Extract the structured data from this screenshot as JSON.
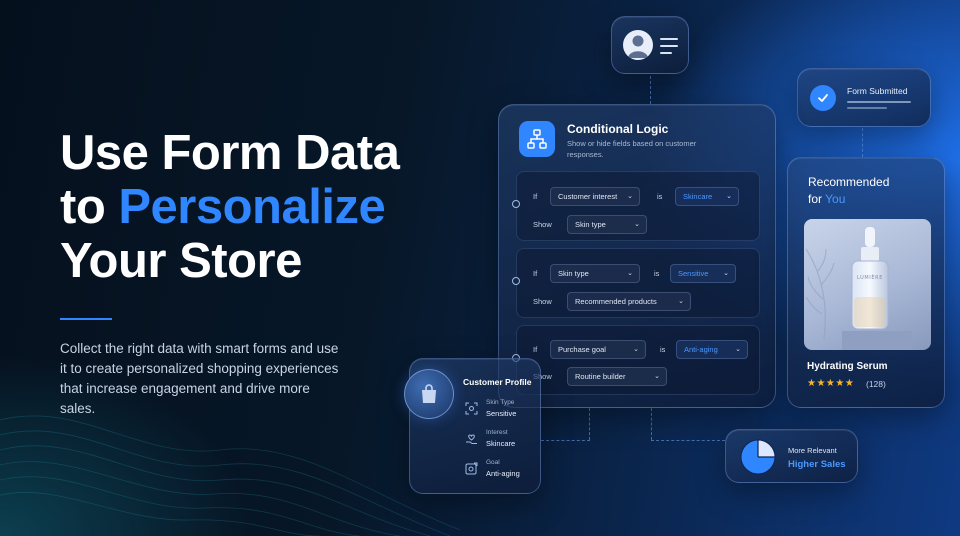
{
  "hero": {
    "line1": "Use Form Data",
    "line2_prefix": "to ",
    "line2_accent": "Personalize",
    "line3": "Your Store",
    "description": "Collect the right data with smart forms and use it to create personalized shopping experiences that increase engagement and drive more sales."
  },
  "form_submitted": {
    "label": "Form Submitted",
    "icon": "check-icon"
  },
  "logic": {
    "title": "Conditional Logic",
    "subtitle": "Show or hide fields based on customer responses.",
    "icon": "flow-diagram-icon",
    "rules": [
      {
        "if_label": "If",
        "field": "Customer interest",
        "is_label": "is",
        "value": "Skincare",
        "show_label": "Show",
        "show": "Skin type"
      },
      {
        "if_label": "If",
        "field": "Skin type",
        "is_label": "is",
        "value": "Sensitive",
        "show_label": "Show",
        "show": "Recommended products"
      },
      {
        "if_label": "If",
        "field": "Purchase goal",
        "is_label": "is",
        "value": "Anti-aging",
        "show_label": "Show",
        "show": "Routine builder"
      }
    ]
  },
  "profile": {
    "title": "Customer Profile",
    "rows": [
      {
        "key": "Skin Type",
        "value": "Sensitive",
        "icon": "scan-icon"
      },
      {
        "key": "Interest",
        "value": "Skincare",
        "icon": "heart-hand-icon"
      },
      {
        "key": "Goal",
        "value": "Anti-aging",
        "icon": "target-icon"
      }
    ]
  },
  "relevant": {
    "line1": "More Relevant",
    "line2": "Higher Sales",
    "icon": "pie-chart-icon"
  },
  "recommended": {
    "title_line1": "Recommended",
    "title_line2_prefix": "for ",
    "title_line2_accent": "You",
    "bottle_label": "LUMIÈRE",
    "product_name": "Hydrating Serum",
    "stars": "★★★★★",
    "rating": 5,
    "review_count": "(128)"
  },
  "colors": {
    "accent": "#2f86ff",
    "accent_text": "#4a98ff",
    "star": "#f5b52a"
  }
}
